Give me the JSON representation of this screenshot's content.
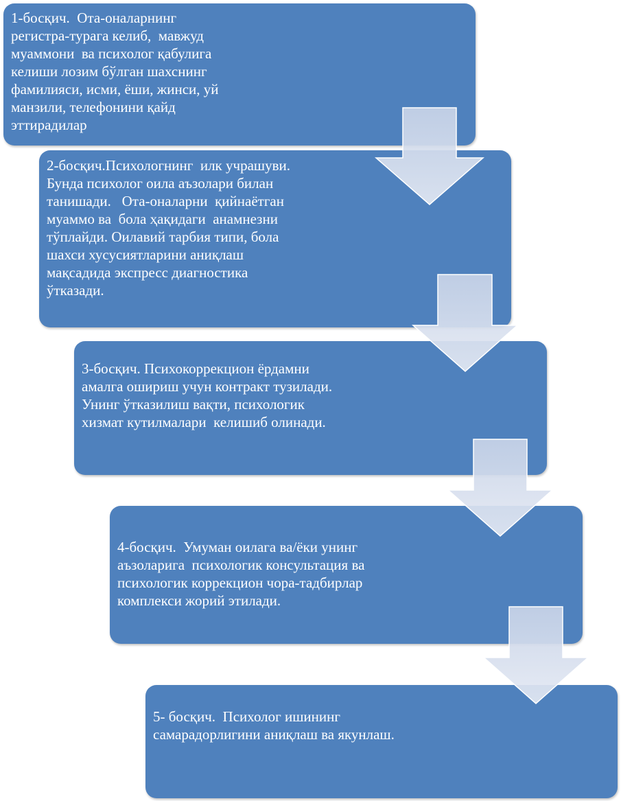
{
  "steps": [
    {
      "lines": [
        "1-босқич.  Ота-оналарнинг",
        "регистра-турага келиб,  мавжуд",
        "муаммони  ва психолог қабулига",
        "келиши лозим бўлган шахснинг",
        "фамилияси, исми, ёши, жинси, уй",
        "манзили, телефонини қайд",
        "эттирадилар"
      ]
    },
    {
      "lines": [
        "2-босқич.Психологнинг  илк учрашуви.",
        "Бунда психолог оила аъзолари билан",
        "танишади.   Ота-оналарни  қийнаётган",
        "муаммо ва  бола ҳақидаги  анамнезни",
        "тўплайди. Оилавий тарбия типи, бола",
        "шахси хусусиятларини аниқлаш",
        "мақсадида экспресс диагностика",
        "ўтказади."
      ]
    },
    {
      "lines": [
        "3-босқич. Психокоррекцион ёрдамни",
        "амалга ошириш учун контракт тузилади.",
        "Унинг ўтказилиш вақти, психологик",
        "хизмат кутилмалари  келишиб олинади."
      ]
    },
    {
      "lines": [
        "4-босқич.  Умуман оилага ва/ёки унинг",
        "аъзоларига  психологик консультация ва",
        "психологик коррекцион чора-тадбирлар",
        "комплекси жорий этилади."
      ]
    },
    {
      "lines": [
        "5- босқич.  Психолог ишининг",
        "самарадорлигини аниқлаш ва якунлаш."
      ]
    }
  ],
  "colors": {
    "box": "#4f81bd",
    "text": "#ffffff",
    "arrow": "#dce4f0"
  }
}
